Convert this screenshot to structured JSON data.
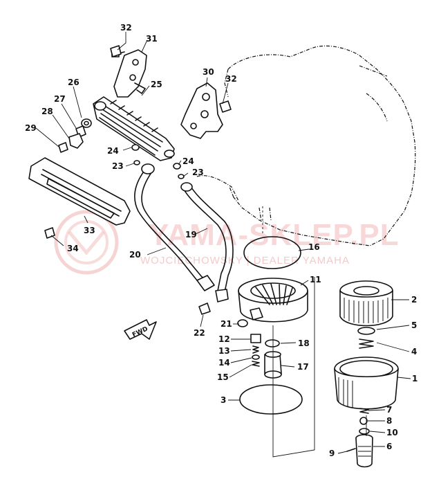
{
  "watermark": {
    "main": "YAMA-SKLEP.PL",
    "sub": "WOJCIECHOWSKY | DEALER YAMAHA"
  },
  "fwd_label": "FWD",
  "callouts": [
    {
      "id": "c32a",
      "label": "32"
    },
    {
      "id": "c31",
      "label": "31"
    },
    {
      "id": "c26",
      "label": "26"
    },
    {
      "id": "c25",
      "label": "25"
    },
    {
      "id": "c30",
      "label": "30"
    },
    {
      "id": "c32b",
      "label": "32"
    },
    {
      "id": "c27",
      "label": "27"
    },
    {
      "id": "c28",
      "label": "28"
    },
    {
      "id": "c29",
      "label": "29"
    },
    {
      "id": "c24a",
      "label": "24"
    },
    {
      "id": "c23a",
      "label": "23"
    },
    {
      "id": "c24b",
      "label": "24"
    },
    {
      "id": "c23b",
      "label": "23"
    },
    {
      "id": "c33",
      "label": "33"
    },
    {
      "id": "c34",
      "label": "34"
    },
    {
      "id": "c19",
      "label": "19"
    },
    {
      "id": "c20",
      "label": "20"
    },
    {
      "id": "c16",
      "label": "16"
    },
    {
      "id": "c11",
      "label": "11"
    },
    {
      "id": "c2",
      "label": "2"
    },
    {
      "id": "c5",
      "label": "5"
    },
    {
      "id": "c4",
      "label": "4"
    },
    {
      "id": "c21",
      "label": "21"
    },
    {
      "id": "c22",
      "label": "22"
    },
    {
      "id": "c12",
      "label": "12"
    },
    {
      "id": "c18",
      "label": "18"
    },
    {
      "id": "c13",
      "label": "13"
    },
    {
      "id": "c14",
      "label": "14"
    },
    {
      "id": "c17",
      "label": "17"
    },
    {
      "id": "c15",
      "label": "15"
    },
    {
      "id": "c1",
      "label": "1"
    },
    {
      "id": "c3",
      "label": "3"
    },
    {
      "id": "c7",
      "label": "7"
    },
    {
      "id": "c8",
      "label": "8"
    },
    {
      "id": "c10",
      "label": "10"
    },
    {
      "id": "c6",
      "label": "6"
    },
    {
      "id": "c9",
      "label": "9"
    }
  ]
}
